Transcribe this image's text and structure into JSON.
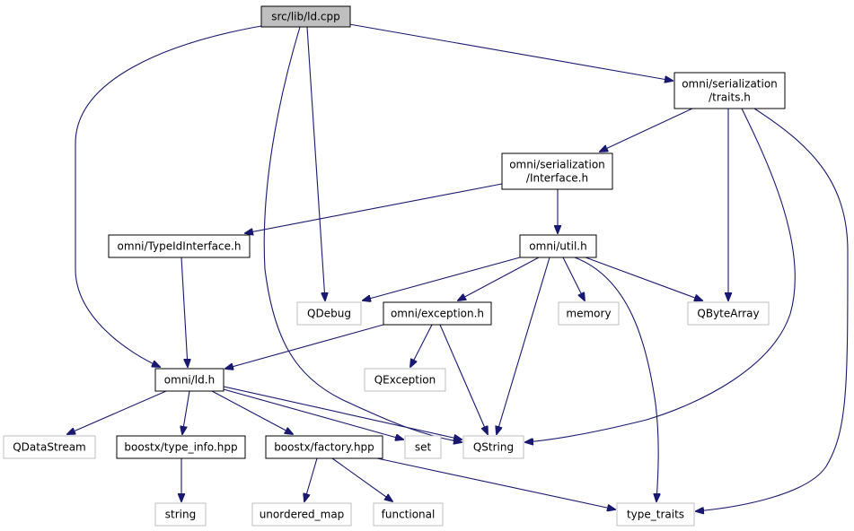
{
  "colors": {
    "edge": "#191970",
    "root_fill": "#bfbfbf",
    "node_stroke": "#000000",
    "external_stroke": "#bfbfbf",
    "text": "#000000"
  },
  "nodes": {
    "ld_cpp": {
      "lines": [
        "src/lib/ld.cpp"
      ],
      "kind": "root"
    },
    "traits_h": {
      "lines": [
        "omni/serialization",
        "/traits.h"
      ],
      "kind": "local"
    },
    "interface_h": {
      "lines": [
        "omni/serialization",
        "/Interface.h"
      ],
      "kind": "local"
    },
    "typeidinterface_h": {
      "lines": [
        "omni/TypeIdInterface.h"
      ],
      "kind": "local"
    },
    "util_h": {
      "lines": [
        "omni/util.h"
      ],
      "kind": "local"
    },
    "qdebug": {
      "lines": [
        "QDebug"
      ],
      "kind": "external"
    },
    "exception_h": {
      "lines": [
        "omni/exception.h"
      ],
      "kind": "local"
    },
    "memory": {
      "lines": [
        "memory"
      ],
      "kind": "external"
    },
    "qbytearray": {
      "lines": [
        "QByteArray"
      ],
      "kind": "external"
    },
    "ld_h": {
      "lines": [
        "omni/ld.h"
      ],
      "kind": "local"
    },
    "qexception": {
      "lines": [
        "QException"
      ],
      "kind": "external"
    },
    "qdatastream": {
      "lines": [
        "QDataStream"
      ],
      "kind": "external"
    },
    "type_info_hpp": {
      "lines": [
        "boostx/type_info.hpp"
      ],
      "kind": "local"
    },
    "factory_hpp": {
      "lines": [
        "boostx/factory.hpp"
      ],
      "kind": "local"
    },
    "set": {
      "lines": [
        "set"
      ],
      "kind": "external"
    },
    "qstring": {
      "lines": [
        "QString"
      ],
      "kind": "external"
    },
    "string": {
      "lines": [
        "string"
      ],
      "kind": "external"
    },
    "unordered_map": {
      "lines": [
        "unordered_map"
      ],
      "kind": "external"
    },
    "functional": {
      "lines": [
        "functional"
      ],
      "kind": "external"
    },
    "type_traits": {
      "lines": [
        "type_traits"
      ],
      "kind": "external"
    }
  },
  "edges": [
    {
      "from": "ld_cpp",
      "to": "ld_h"
    },
    {
      "from": "ld_cpp",
      "to": "qstring"
    },
    {
      "from": "ld_cpp",
      "to": "qdebug"
    },
    {
      "from": "ld_cpp",
      "to": "traits_h"
    },
    {
      "from": "traits_h",
      "to": "interface_h"
    },
    {
      "from": "traits_h",
      "to": "qbytearray"
    },
    {
      "from": "traits_h",
      "to": "qstring"
    },
    {
      "from": "traits_h",
      "to": "type_traits"
    },
    {
      "from": "interface_h",
      "to": "typeidinterface_h"
    },
    {
      "from": "interface_h",
      "to": "util_h"
    },
    {
      "from": "typeidinterface_h",
      "to": "ld_h"
    },
    {
      "from": "util_h",
      "to": "qdebug"
    },
    {
      "from": "util_h",
      "to": "exception_h"
    },
    {
      "from": "util_h",
      "to": "qstring"
    },
    {
      "from": "util_h",
      "to": "memory"
    },
    {
      "from": "util_h",
      "to": "qbytearray"
    },
    {
      "from": "util_h",
      "to": "type_traits"
    },
    {
      "from": "exception_h",
      "to": "ld_h"
    },
    {
      "from": "exception_h",
      "to": "qexception"
    },
    {
      "from": "exception_h",
      "to": "qstring"
    },
    {
      "from": "ld_h",
      "to": "qdatastream"
    },
    {
      "from": "ld_h",
      "to": "type_info_hpp"
    },
    {
      "from": "ld_h",
      "to": "factory_hpp"
    },
    {
      "from": "ld_h",
      "to": "set"
    },
    {
      "from": "ld_h",
      "to": "qstring"
    },
    {
      "from": "type_info_hpp",
      "to": "string"
    },
    {
      "from": "factory_hpp",
      "to": "unordered_map"
    },
    {
      "from": "factory_hpp",
      "to": "functional"
    },
    {
      "from": "factory_hpp",
      "to": "type_traits"
    }
  ]
}
